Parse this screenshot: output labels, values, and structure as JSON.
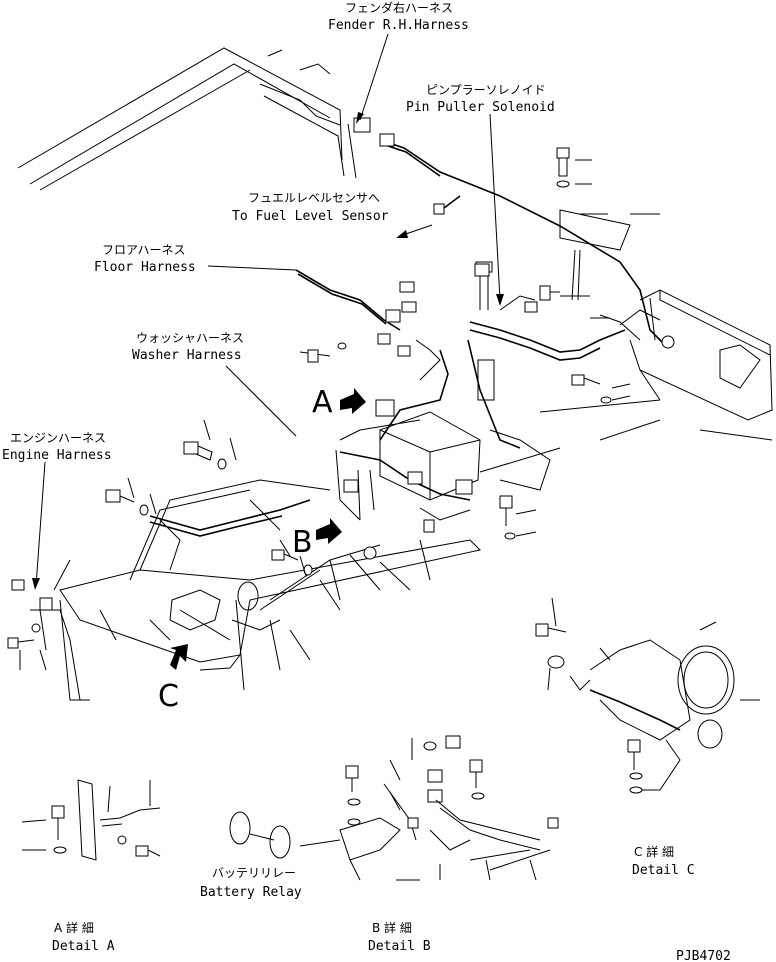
{
  "labels": {
    "fender_jp": "フェンダ右ハーネス",
    "fender_en": "Fender R.H.Harness",
    "pin_jp": "ピンプラーソレノイド",
    "pin_en": "Pin Puller Solenoid",
    "fuel_jp": "フュエルレベルセンサへ",
    "fuel_en": "To Fuel Level Sensor",
    "floor_jp": "フロアハーネス",
    "floor_en": "Floor Harness",
    "washer_jp": "ウォッシャハーネス",
    "washer_en": "Washer Harness",
    "engine_jp": "エンジンハーネス",
    "engine_en": "Engine Harness",
    "battery_jp": "バッテリリレー",
    "battery_en": "Battery Relay",
    "detail_a_jp": "A 詳 細",
    "detail_a_en": "Detail A",
    "detail_b_jp": "B 詳 細",
    "detail_b_en": "Detail B",
    "detail_c_jp": "C 詳 細",
    "detail_c_en": "Detail C",
    "marker_a": "A",
    "marker_b": "B",
    "marker_c": "C",
    "drawing_no": "PJB4702"
  }
}
